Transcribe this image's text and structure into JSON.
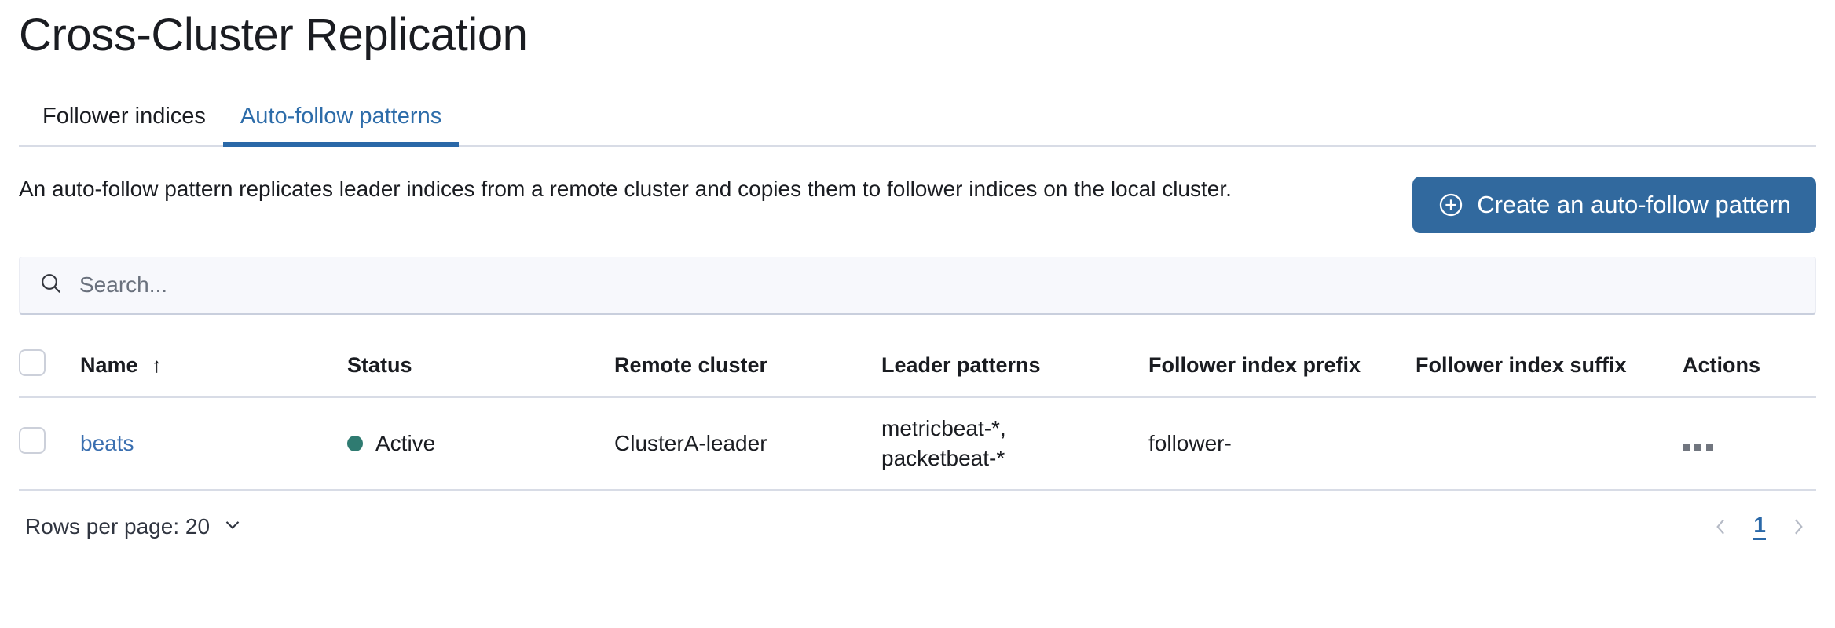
{
  "page": {
    "title": "Cross-Cluster Replication"
  },
  "tabs": [
    {
      "label": "Follower indices",
      "active": false,
      "name": "tab-follower-indices"
    },
    {
      "label": "Auto-follow patterns",
      "active": true,
      "name": "tab-auto-follow-patterns"
    }
  ],
  "intro": {
    "description": "An auto-follow pattern replicates leader indices from a remote cluster and copies them to follower indices on the local cluster.",
    "create_button_label": "Create an auto-follow pattern",
    "create_button_icon": "plus-in-circle-icon"
  },
  "search": {
    "placeholder": "Search...",
    "value": "",
    "icon": "search-icon"
  },
  "table": {
    "columns": [
      {
        "key": "name",
        "label": "Name",
        "sorted": "asc",
        "sort_icon": "arrow-up-icon"
      },
      {
        "key": "status",
        "label": "Status"
      },
      {
        "key": "remote_cluster",
        "label": "Remote cluster"
      },
      {
        "key": "leader_patterns",
        "label": "Leader patterns"
      },
      {
        "key": "follower_index_prefix",
        "label": "Follower index prefix"
      },
      {
        "key": "follower_index_suffix",
        "label": "Follower index suffix"
      },
      {
        "key": "actions",
        "label": "Actions"
      }
    ],
    "rows": [
      {
        "name": "beats",
        "status": "Active",
        "status_color": "#2f7b71",
        "remote_cluster": "ClusterA-leader",
        "leader_patterns": "metricbeat-*,\npacketbeat-*",
        "follower_index_prefix": "follower-",
        "follower_index_suffix": "",
        "actions_icon": "three-dots-icon"
      }
    ]
  },
  "footer": {
    "rows_per_page_label": "Rows per page: 20",
    "rows_per_page_icon": "chevron-down-icon",
    "prev_icon": "chevron-left-icon",
    "next_icon": "chevron-right-icon",
    "current_page": "1"
  },
  "colors": {
    "primary": "#31699e",
    "link": "#3a6fb0",
    "tab_active": "#2a68a8",
    "status_active": "#2f7b71",
    "border": "#d8dce6"
  }
}
